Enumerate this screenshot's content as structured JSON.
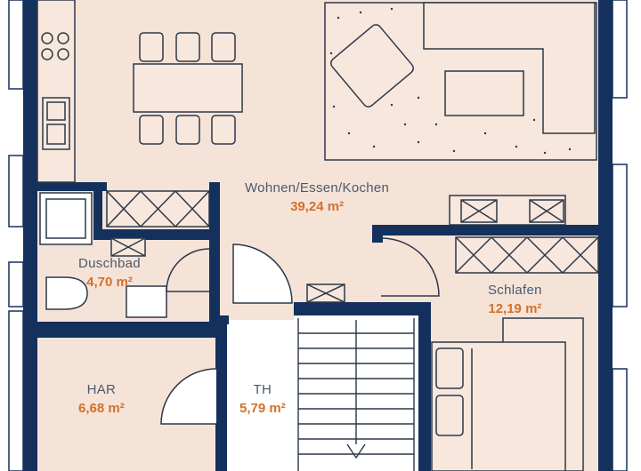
{
  "colors": {
    "wall": "#14305c",
    "floor": "#f6e3d8",
    "area_text": "#d4702a",
    "name_text": "#4a5a6a",
    "furniture_line": "#2b3848",
    "furniture_fill": "#f8e7dd"
  },
  "rooms": [
    {
      "id": "wohnen",
      "name": "Wohnen/Essen/Kochen",
      "area": "39,24 m²"
    },
    {
      "id": "duschbad",
      "name": "Duschbad",
      "area": "4,70 m²"
    },
    {
      "id": "schlafen",
      "name": "Schlafen",
      "area": "12,19 m²"
    },
    {
      "id": "har",
      "name": "HAR",
      "area": "6,68 m²"
    },
    {
      "id": "th",
      "name": "TH",
      "area": "5,79 m²"
    }
  ]
}
